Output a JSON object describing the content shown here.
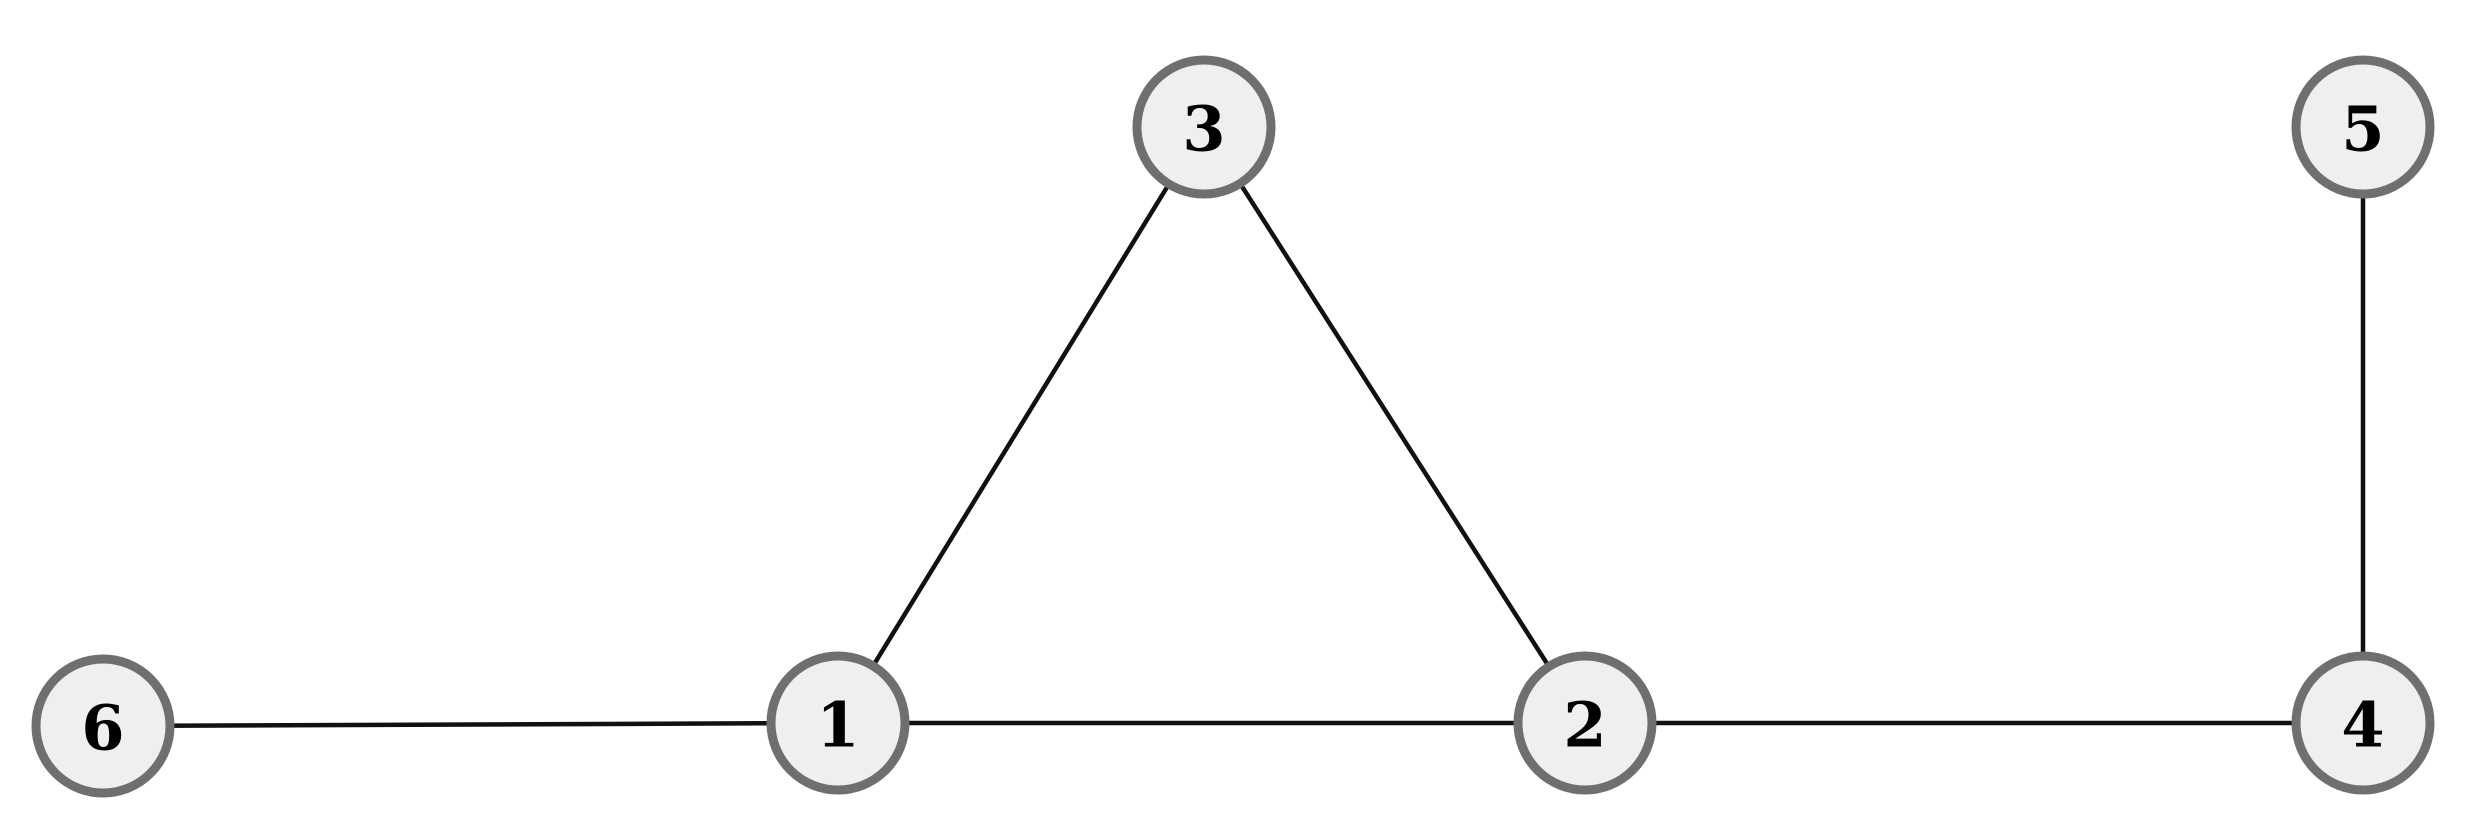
{
  "graph": {
    "nodes": [
      {
        "id": "1",
        "label": "1"
      },
      {
        "id": "2",
        "label": "2"
      },
      {
        "id": "3",
        "label": "3"
      },
      {
        "id": "4",
        "label": "4"
      },
      {
        "id": "5",
        "label": "5"
      },
      {
        "id": "6",
        "label": "6"
      }
    ],
    "edges": [
      {
        "from": "6",
        "to": "1"
      },
      {
        "from": "1",
        "to": "2"
      },
      {
        "from": "1",
        "to": "3"
      },
      {
        "from": "3",
        "to": "2"
      },
      {
        "from": "2",
        "to": "4"
      },
      {
        "from": "4",
        "to": "5"
      }
    ],
    "colors": {
      "edge": "#111111",
      "node_fill": "#efefef",
      "node_border": "#6f6f6f",
      "label": "#000000"
    }
  }
}
